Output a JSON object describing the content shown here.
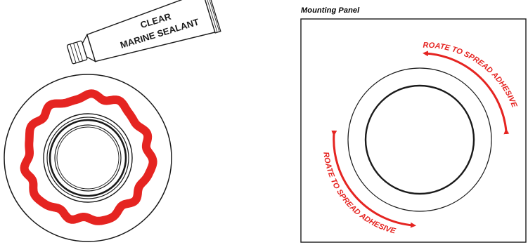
{
  "colors": {
    "adhesive": "#e52421",
    "line": "#1a1a1a",
    "tube_fill": "#ffffff"
  },
  "sealant_tube": {
    "label_line1": "CLEAR",
    "label_line2": "MARINE SEALANT"
  },
  "mounting_panel": {
    "title": "Mounting Panel",
    "rotate_label_top": "ROATE TO SPREAD ADHESIVE",
    "rotate_label_bottom": "ROATE TO SPREAD ADHESIVE"
  },
  "icons": [
    "sealant-tube-icon",
    "rotate-arrow-icon"
  ]
}
